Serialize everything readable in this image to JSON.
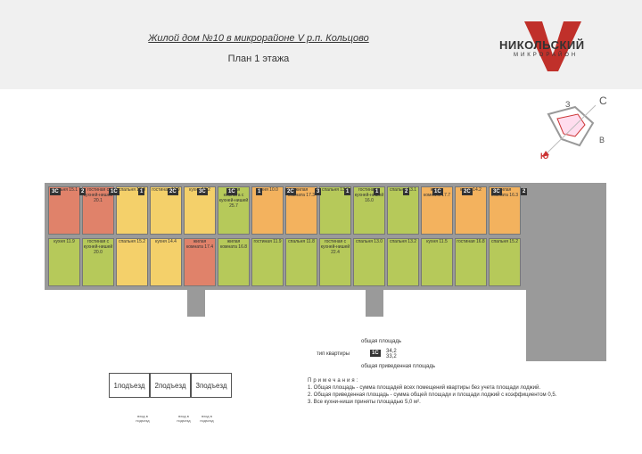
{
  "header": {
    "title": "Жилой дом №10 в микрорайоне V р.п. Кольцово",
    "subtitle": "План 1 этажа"
  },
  "logo": {
    "brand": "НИКОЛЬСКИЙ",
    "sub": "МИКРОРАЙОН"
  },
  "compass": {
    "north": "С",
    "west": "З",
    "east": "В",
    "south": "Ю"
  },
  "colors": {
    "three_room": "#e0826a",
    "one_room": "#f3b25e",
    "two_room": "#b6c95a",
    "studio": "#f4d06a",
    "common": "#e4e4e4",
    "badge": "#333333"
  },
  "plan": {
    "rooms": [
      {
        "label": "спальня 15.1",
        "kind": "three_room"
      },
      {
        "label": "гостиная с кухней-нишей 20.1",
        "kind": "three_room"
      },
      {
        "label": "спальня 12.0",
        "kind": "studio"
      },
      {
        "label": "гостиная 17.9",
        "kind": "studio"
      },
      {
        "label": "кухня 10.2",
        "kind": "studio"
      },
      {
        "label": "жилая комната с кухней-нишей 25.7",
        "kind": "two_room"
      },
      {
        "label": "кухня 10.0",
        "kind": "one_room"
      },
      {
        "label": "жилая комната 17.3",
        "kind": "one_room"
      },
      {
        "label": "спальня 13.8",
        "kind": "two_room"
      },
      {
        "label": "гостиная с кухней-нишей 16.0",
        "kind": "two_room"
      },
      {
        "label": "спальня 13.1",
        "kind": "two_room"
      },
      {
        "label": "жилая комната 17.7",
        "kind": "one_room"
      },
      {
        "label": "кухня 14.2",
        "kind": "one_room"
      },
      {
        "label": "жилая комната 16.3",
        "kind": "one_room"
      },
      {
        "label": "кухня 11.9",
        "kind": "two_room"
      },
      {
        "label": "гостиная с кухней-нишей 20.0",
        "kind": "two_room"
      },
      {
        "label": "спальня 15.2",
        "kind": "studio"
      },
      {
        "label": "кухня 14.4",
        "kind": "studio"
      },
      {
        "label": "жилая комната 17.4",
        "kind": "three_room"
      },
      {
        "label": "жилая комната 16.8",
        "kind": "two_room"
      },
      {
        "label": "гостиная 11.9",
        "kind": "two_room"
      },
      {
        "label": "спальня 11.8",
        "kind": "two_room"
      },
      {
        "label": "гостиная с кухней-нишей 22.4",
        "kind": "two_room"
      },
      {
        "label": "спальня 13.0",
        "kind": "two_room"
      },
      {
        "label": "спальня 13.2",
        "kind": "two_room"
      },
      {
        "label": "кухня 11.5",
        "kind": "two_room"
      },
      {
        "label": "гостиная 16.8",
        "kind": "two_room"
      },
      {
        "label": "спальня 15.2",
        "kind": "two_room"
      }
    ],
    "badges": [
      "3С",
      "2",
      "1С",
      "1",
      "2С",
      "3С",
      "1С",
      "1",
      "2С",
      "3",
      "1",
      "1",
      "2",
      "1С",
      "2С",
      "3С",
      "2"
    ]
  },
  "legend": {
    "total_area": "общая площадь",
    "apt_type": "тип квартиры",
    "badge": "1С",
    "values": [
      "34,2",
      "33,2"
    ],
    "reduced_area": "общая приведенная площадь"
  },
  "notes": {
    "heading": "Примечания:",
    "items": [
      "1. Общая площадь - сумма площадей всех помещений квартиры без учета площади лоджий.",
      "2. Общая приведенная площадь - сумма общей площади и площади лоджий с коэффициентом 0,5.",
      "3. Все кухни-ниши приняты площадью 5,0 м²."
    ]
  },
  "sections": {
    "labels": [
      "1подъезд",
      "2подъезд",
      "3подъезд"
    ],
    "entrance": "вход в подъезд"
  }
}
